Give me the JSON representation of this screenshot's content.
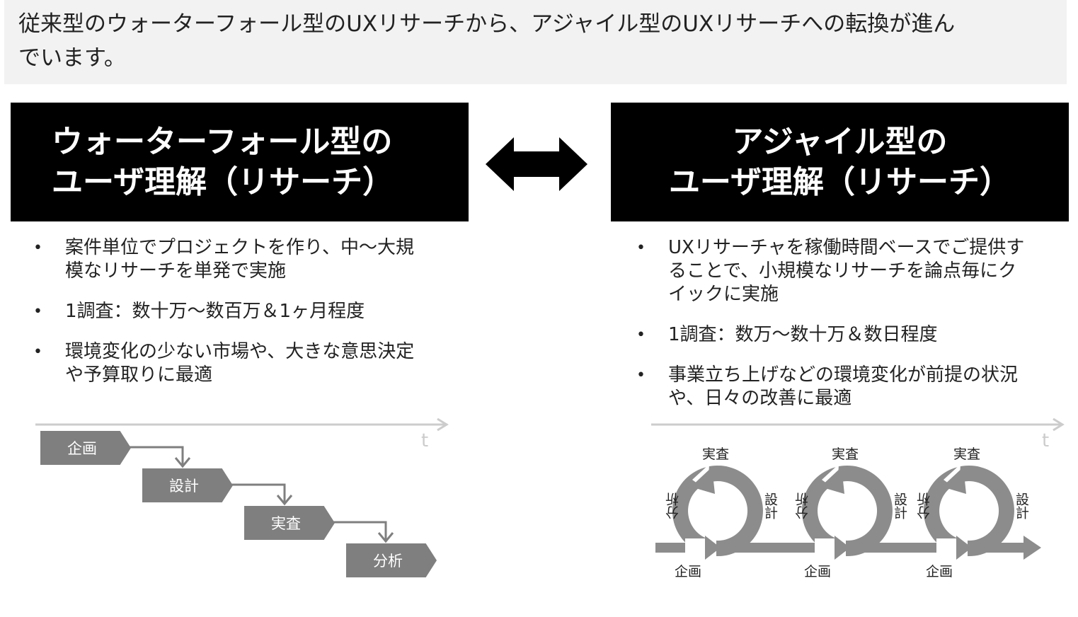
{
  "intro": {
    "line1": "従来型のウォーターフォール型のUXリサーチから、アジャイル型のUXリサーチへの転換が進ん",
    "line2": "でいます。"
  },
  "left": {
    "title_line1": "ウォーターフォール型の",
    "title_line2": "ユーザ理解（リサーチ）",
    "bullets": [
      [
        "案件単位でプロジェクトを作り、中～大規",
        "模なリサーチを単発で実施"
      ],
      [
        "1調査：数十万～数百万＆1ヶ月程度"
      ],
      [
        "環境変化の少ない市場や、大きな意思決定",
        "や予算取りに最適"
      ]
    ],
    "axis_label": "t",
    "steps": [
      "企画",
      "設計",
      "実査",
      "分析"
    ]
  },
  "right": {
    "title_line1": "アジャイル型の",
    "title_line2": "ユーザ理解（リサーチ）",
    "bullets": [
      [
        "UXリサーチャを稼働時間ベースでご提供す",
        "ることで、小規模なリサーチを論点毎にク",
        "イックに実施"
      ],
      [
        "1調査：数万～数十万＆数日程度"
      ],
      [
        "事業立ち上げなどの環境変化が前提の状況",
        "や、日々の改善に最適"
      ]
    ],
    "axis_label": "t",
    "loop_labels": {
      "top": "実査",
      "right": "設計",
      "left": "分析",
      "bottom": "企画"
    }
  },
  "colors": {
    "heading_bg": "#000000",
    "step_fill": "#7f7f7f",
    "loop_fill": "#8c8c8c",
    "axis": "#cccccc",
    "intro_bg": "#f2f2f2"
  }
}
